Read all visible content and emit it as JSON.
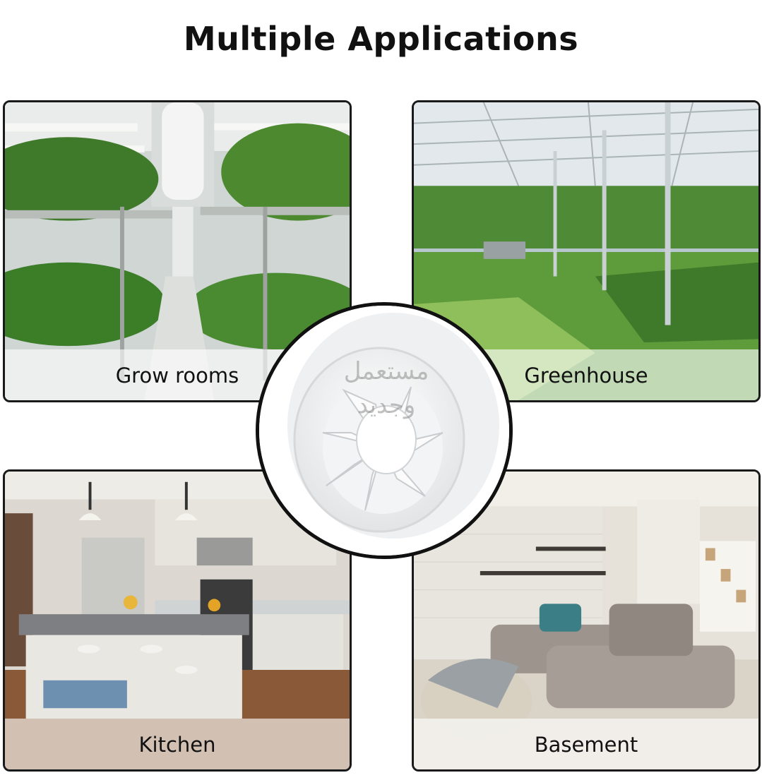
{
  "title": "Multiple Applications",
  "panels": [
    {
      "caption": "Grow rooms"
    },
    {
      "caption": "Greenhouse"
    },
    {
      "caption": "Kitchen"
    },
    {
      "caption": "Basement"
    }
  ],
  "product": {
    "image": "inline-duct-fan"
  },
  "watermark": {
    "line1": "مستعمل",
    "line2": "وجديد"
  }
}
